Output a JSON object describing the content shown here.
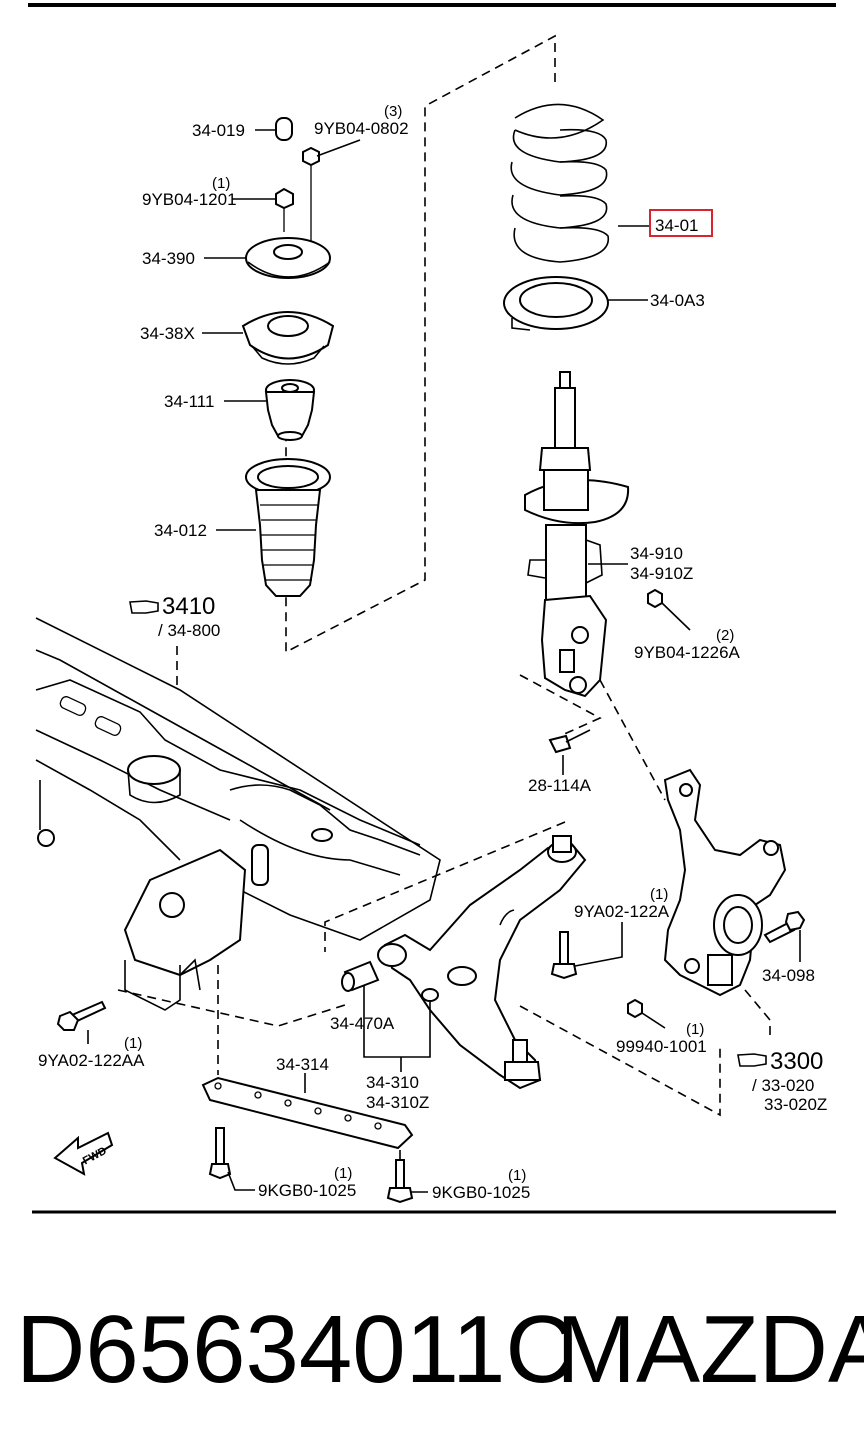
{
  "labels": {
    "p1": "34-019",
    "p2": "9YB04-0802",
    "p2q": "(3)",
    "p3": "9YB04-1201",
    "p3q": "(1)",
    "p4": "34-390",
    "p5": "34-38X",
    "p6": "34-111",
    "p7": "34-012",
    "p8": "34-01",
    "p9": "34-0A3",
    "p10": "34-910",
    "p11": "34-910Z",
    "p12": "9YB04-1226A",
    "p12q": "(2)",
    "p13": "3410",
    "p14": "/ 34-800",
    "p15": "28-114A",
    "p16": "9YA02-122A",
    "p16q": "(1)",
    "p17": "34-098",
    "p18": "9YA02-122AA",
    "p18q": "(1)",
    "p19": "34-470A",
    "p20": "99940-1001",
    "p20q": "(1)",
    "p21": "3300",
    "p22": "/ 33-020",
    "p23": "33-020Z",
    "p24": "34-314",
    "p25": "34-310",
    "p26": "34-310Z",
    "p27": "9KGB0-1025",
    "p27q": "(1)",
    "p28": "9KGB0-1025",
    "p28q": "(1)",
    "fwd": "FWD"
  },
  "highlight_color": "#d9232e",
  "footer": {
    "part_number": "D65634011C",
    "brand": "MAZDA"
  }
}
